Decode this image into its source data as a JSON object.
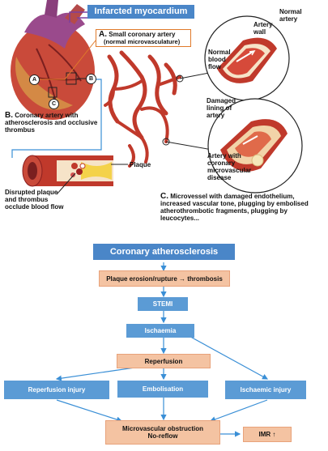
{
  "top": {
    "title": "Infarcted myocardium",
    "label_a_letter": "A.",
    "label_a_line1": "Small coronary artery",
    "label_a_line2": "(normal microvasculature)",
    "label_b_letter": "B.",
    "label_b_text": "Coronary artery with atherosclerosis and occlusive thrombus",
    "normal_artery": "Normal artery",
    "artery_wall": "Artery wall",
    "normal_blood_flow": "Normal blood flow",
    "damaged_lining": "Damaged lining of artery",
    "artery_cmd": "Artery with coronary microvascular disease",
    "plaque": "Plaque",
    "disrupted": "Disrupted plaque and thrombus occlude blood flow",
    "label_c_letter": "C.",
    "label_c_text": "Microvessel with damaged endothelium, increased vascular tone, plugging by embolised atherothrombotic fragments, plugging by leucocytes...",
    "badge_a": "A",
    "badge_b": "B",
    "badge_c": "C"
  },
  "flow": {
    "title": "Coronary atherosclerosis",
    "plaque_erosion": "Plaque erosion/rupture → thrombosis",
    "stemi": "STEMI",
    "ischaemia": "Ischaemia",
    "reperfusion": "Reperfusion",
    "reperfusion_injury": "Reperfusion injury",
    "embolisation": "Embolisation",
    "ischaemic_injury": "Ischaemic injury",
    "mvo_line1": "Microvascular obstruction",
    "mvo_line2": "No-reflow",
    "imr": "IMR ↑"
  },
  "colors": {
    "blue": "#5b9bd5",
    "peach": "#f4c3a2",
    "vessel_red": "#c0392b",
    "connector_blue": "#3a8fd6"
  }
}
